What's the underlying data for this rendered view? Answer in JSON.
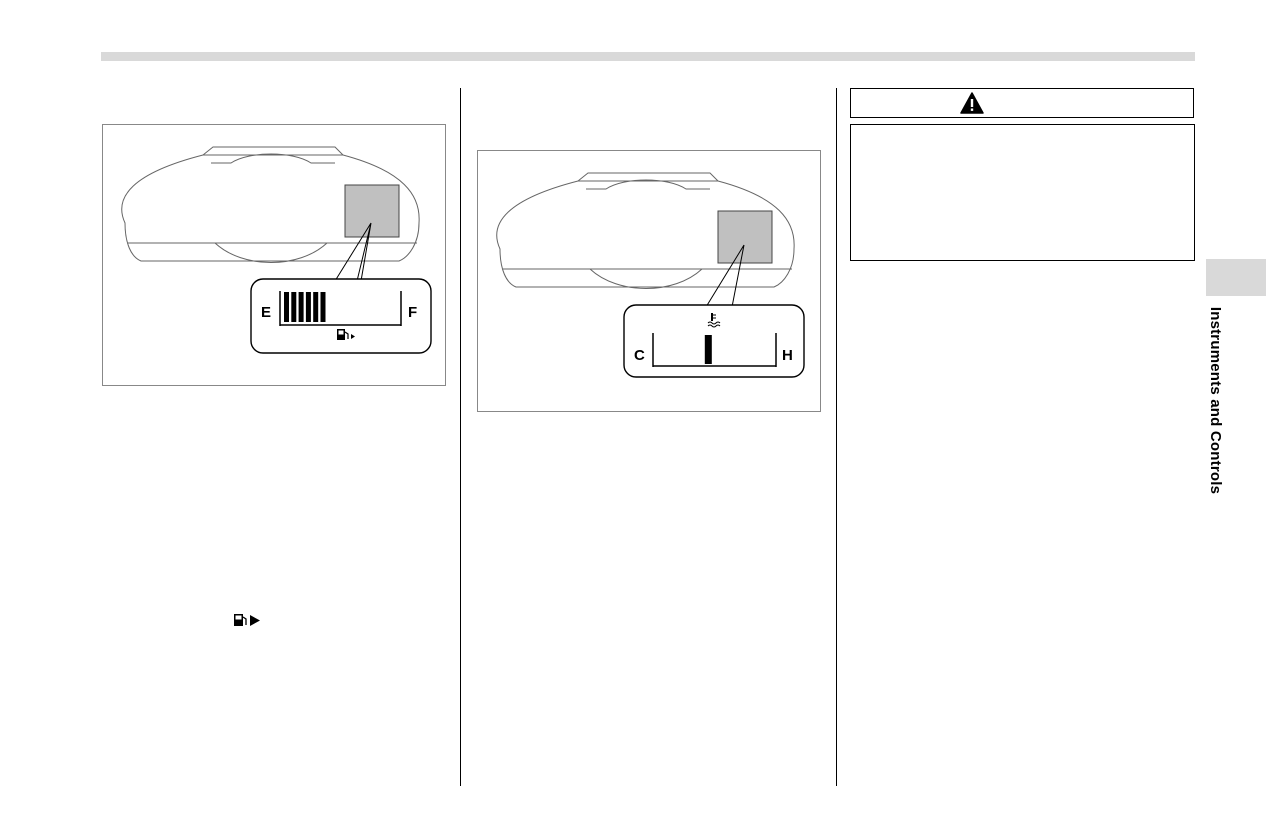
{
  "fuel_gauge": {
    "empty_label": "E",
    "full_label": "F",
    "segments_lit": 6,
    "segments_total": 12,
    "icon": "fuel-pump-icon",
    "icon_arrow": "triangle-right-icon"
  },
  "temp_gauge": {
    "cold_label": "C",
    "hot_label": "H",
    "level_fraction": 0.45,
    "icon": "coolant-temperature-icon"
  },
  "warning": {
    "icon": "warning-triangle-icon"
  },
  "side_tab": {
    "label": "Instruments and Controls"
  },
  "inline_icons": {
    "fuel_door_icon": "fuel-pump-arrow-icon"
  },
  "colors": {
    "tab_gray": "#d9d9d9",
    "highlight_gray": "#c0c0c0"
  }
}
